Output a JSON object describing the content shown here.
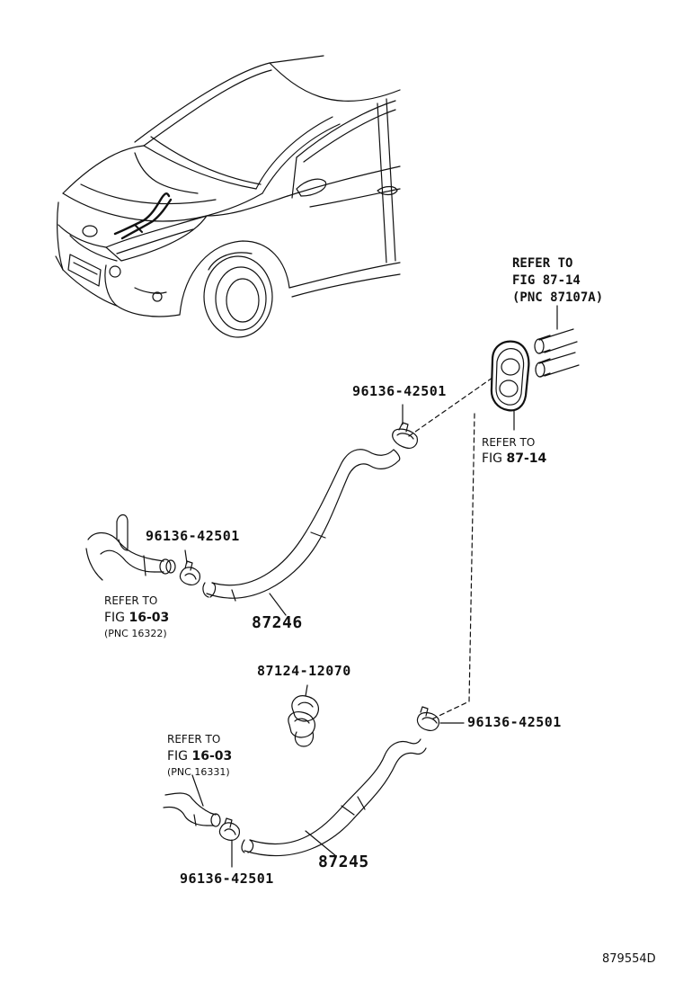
{
  "labels": {
    "refer_to_top_1": "REFER TO",
    "refer_to_top_2": "FIG 87-14",
    "refer_to_top_3": "(PNC 87107A)",
    "clamp_top_right": "96136-42501",
    "refer_to_mid_1": "REFER TO",
    "refer_to_mid_2_prefix": "FIG ",
    "refer_to_mid_2_num": "87-14",
    "clamp_left_upper": "96136-42501",
    "refer_to_left_1": "REFER TO",
    "refer_to_left_2_prefix": "FIG ",
    "refer_to_left_2_num": "16-03",
    "refer_to_left_3": "(PNC 16322)",
    "hose_upper": "87246",
    "clip_part": "87124-12070",
    "clamp_right_lower": "96136-42501",
    "refer_to_lower_1": "REFER TO",
    "refer_to_lower_2_prefix": "FIG ",
    "refer_to_lower_2_num": "16-03",
    "refer_to_lower_3": "(PNC 16331)",
    "hose_lower": "87245",
    "clamp_left_lower": "96136-42501",
    "diagram_id": "879554D"
  },
  "colors": {
    "line": "#111111",
    "background": "#ffffff"
  }
}
